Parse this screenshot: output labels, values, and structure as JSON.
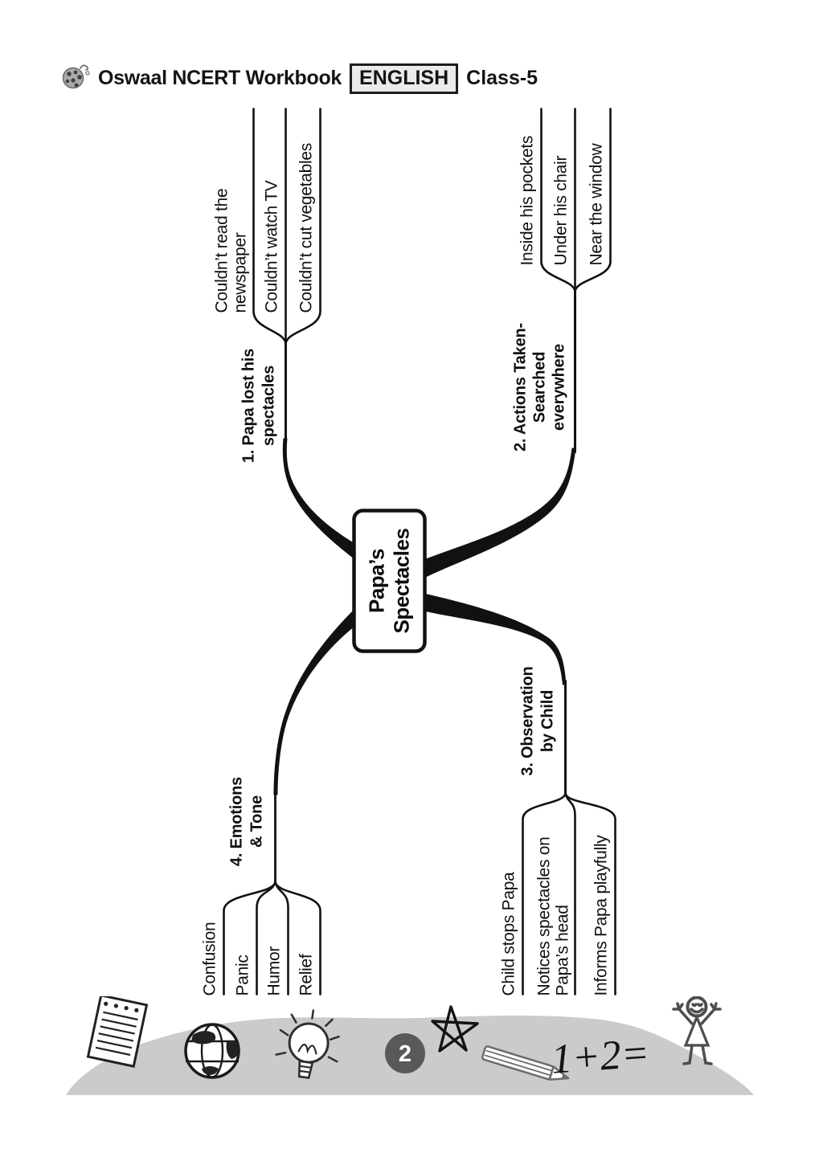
{
  "page": {
    "background": "#ffffff",
    "ink": "#111111"
  },
  "header": {
    "logo_icon": "ladybug-icon",
    "brand": "Oswaal NCERT Workbook",
    "subject_badge": "ENGLISH",
    "class_label": "Class-5"
  },
  "mindmap": {
    "center": {
      "line1": "Papa’s",
      "line2": "Spectacles"
    },
    "branch1": {
      "label": [
        "1. Papa lost his",
        "spectacles"
      ],
      "item1": [
        "Couldn’t read the",
        "newspaper"
      ],
      "item2": "Couldn’t watch TV",
      "item3": "Couldn’t cut vegetables"
    },
    "branch2": {
      "label": [
        "2. Actions Taken-",
        "Searched",
        "everywhere"
      ],
      "item1": "Inside his pockets",
      "item2": "Under his chair",
      "item3": "Near the window"
    },
    "branch3": {
      "label": [
        "3. Observation",
        "by Child"
      ],
      "item1": "Child stops Papa",
      "item2": [
        "Notices spectacles on",
        "Papa’s head"
      ],
      "item3": "Informs Papa playfully"
    },
    "branch4": {
      "label": [
        "4. Emotions",
        "& Tone"
      ],
      "item1": "Confusion",
      "item2": "Panic",
      "item3": "Humor",
      "item4": "Relief"
    }
  },
  "footer": {
    "page_number": "2",
    "equation": "1+2=",
    "strip_color": "#cbcbcb",
    "badge_color": "#58595b",
    "doodles": [
      "notepad-icon",
      "globe-icon",
      "lightbulb-icon",
      "star-icon",
      "pencil-icon",
      "stick-figure-icon"
    ]
  }
}
